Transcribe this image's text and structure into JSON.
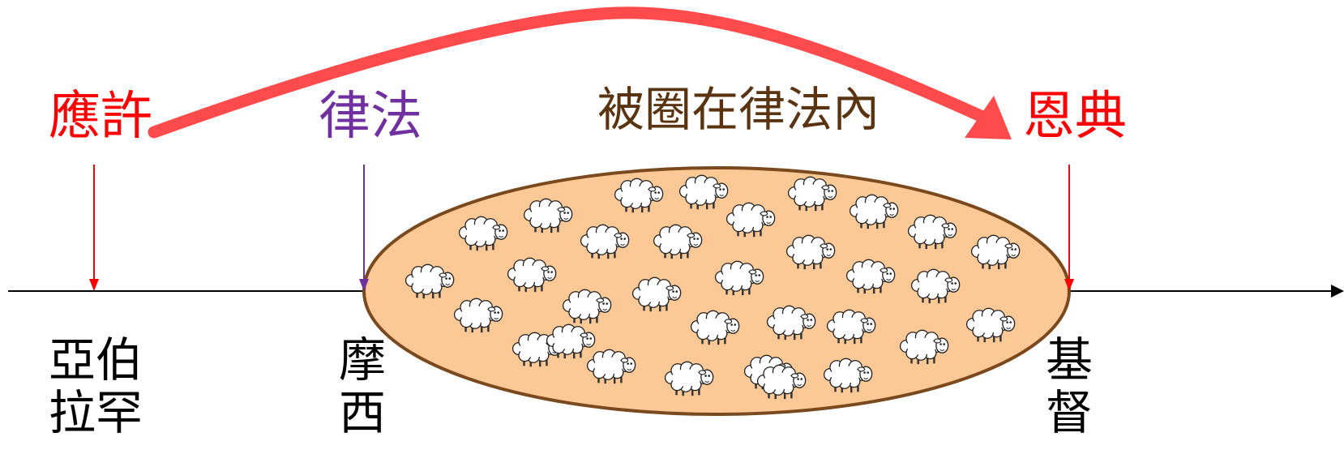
{
  "labels": {
    "promise": "應許",
    "law": "律法",
    "enclosed": "被圈在律法內",
    "grace": "恩典"
  },
  "people": {
    "abraham": [
      "亞伯",
      "拉罕"
    ],
    "moses": [
      "摩",
      "西"
    ],
    "christ": [
      "基",
      "督"
    ]
  },
  "colors": {
    "promise": "#ff0000",
    "law": "#7030a0",
    "enclosed": "#5a3410",
    "grace": "#ff0000",
    "arc": "#ff4b4b",
    "ellipse_fill": "#fcc896",
    "ellipse_stroke": "#7a4a1e",
    "axis": "#000000"
  },
  "icons": {
    "sheep": "sheep-icon",
    "arc_arrow": "curved-arrow-icon"
  },
  "sheep_count": 35
}
